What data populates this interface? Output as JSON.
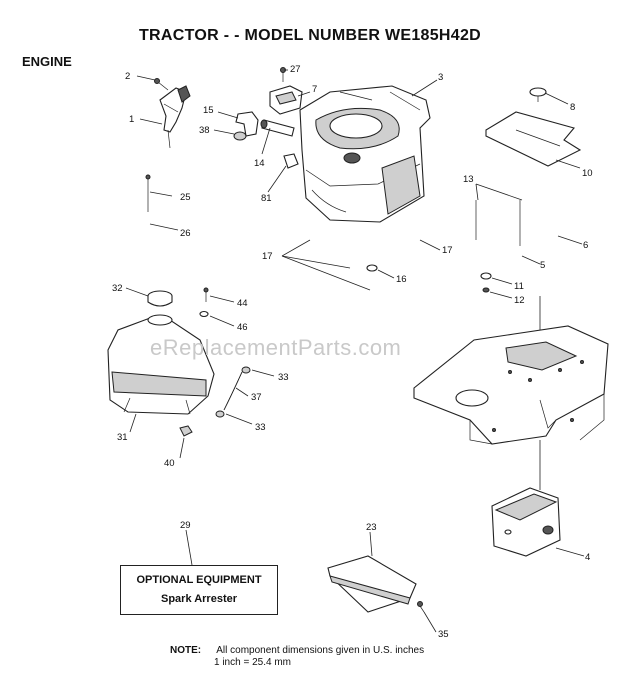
{
  "header": {
    "title": "TRACTOR - - MODEL NUMBER WE185H42D",
    "section": "ENGINE"
  },
  "watermark": "eReplacementParts.com",
  "callouts": {
    "c1": "1",
    "c2": "2",
    "c3": "3",
    "c4": "4",
    "c5": "5",
    "c6": "6",
    "c7": "7",
    "c8": "8",
    "c10": "10",
    "c11": "11",
    "c12": "12",
    "c13": "13",
    "c14": "14",
    "c15": "15",
    "c16": "16",
    "c17a": "17",
    "c17b": "17",
    "c23": "23",
    "c25": "25",
    "c26": "26",
    "c27": "27",
    "c29": "29",
    "c31": "31",
    "c32": "32",
    "c33a": "33",
    "c33b": "33",
    "c35": "35",
    "c37": "37",
    "c38": "38",
    "c40": "40",
    "c44": "44",
    "c46": "46",
    "c81": "81"
  },
  "optional_equipment": {
    "title": "OPTIONAL EQUIPMENT",
    "item": "Spark Arrester"
  },
  "note": {
    "label": "NOTE:",
    "line1": "All component dimensions given in U.S. inches",
    "line2": "1 inch = 25.4 mm"
  }
}
